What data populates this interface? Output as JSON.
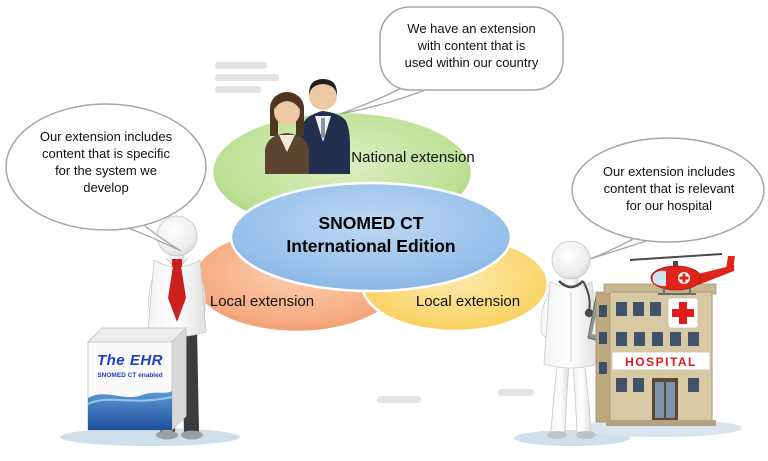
{
  "venn": {
    "center": {
      "line1": "SNOMED CT",
      "line2": "International Edition"
    },
    "national_label": "National extension",
    "local_left_label": "Local extension",
    "local_right_label": "Local extension"
  },
  "speech_bubbles": {
    "top": {
      "lines": [
        "We have an extension",
        "with content that is",
        "used within our country"
      ]
    },
    "left": {
      "lines": [
        "Our extension includes",
        "content that is specific",
        "for the system we",
        "develop"
      ]
    },
    "right": {
      "lines": [
        "Our extension includes",
        "content that is relevant",
        "for our hospital"
      ]
    }
  },
  "ehr_box": {
    "title": "The EHR",
    "subtitle": "SNOMED CT enabled"
  },
  "hospital": {
    "sign": "HOSPITAL"
  },
  "colors": {
    "national_green": "#b7db8d",
    "local_orange": "#f4a47c",
    "local_yellow": "#fbd66d",
    "international_blue": "#8ebbe8",
    "tie_red": "#cc2020",
    "hospital_sign_red": "#e01b1b",
    "ehr_blue": "#1b3fc4"
  }
}
